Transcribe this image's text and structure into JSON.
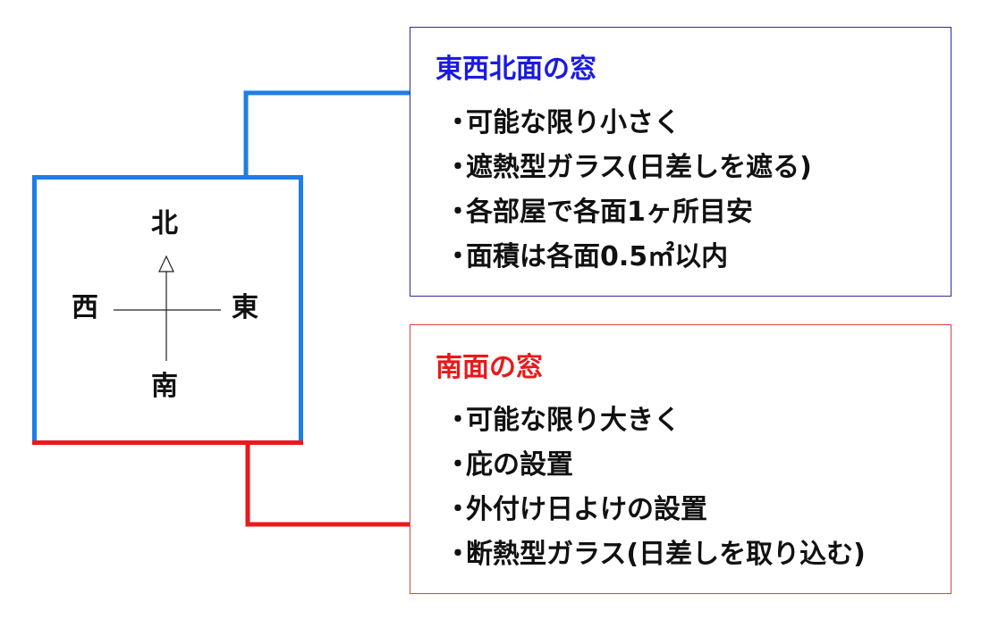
{
  "compass": {
    "north": "北",
    "south": "南",
    "west": "西",
    "east": "東"
  },
  "colors": {
    "ewn_accent": "#1a1ae0",
    "ewn_line": "#1e7de6",
    "south_accent": "#e81a1a"
  },
  "ewn_box": {
    "title": "東西北面の窓",
    "items": [
      "可能な限り小さく",
      "遮熱型ガラス(日差しを遮る)",
      "各部屋で各面1ヶ所目安",
      "面積は各面0.5㎡以内"
    ]
  },
  "south_box": {
    "title": "南面の窓",
    "items": [
      "可能な限り大きく",
      "庇の設置",
      "外付け日よけの設置",
      "断熱型ガラス(日差しを取り込む)"
    ]
  },
  "bullet": "・"
}
